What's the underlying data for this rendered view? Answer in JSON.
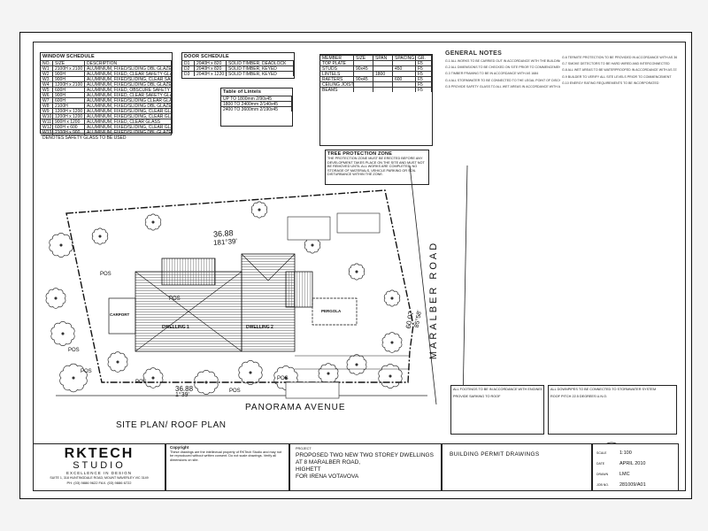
{
  "schedules": {
    "window": {
      "title": "WINDOW SCHEDULE",
      "rows": [
        [
          "NO.",
          "SIZE",
          "DESCRIPTION"
        ],
        [
          "W1",
          "2100H x 2100",
          "ALUMINIUM, FIXED/SLIDING DBL GLAZED SAFETY GLASS"
        ],
        [
          "W2",
          "900H",
          "ALUMINIUM, FIXED, CLEAR SAFETY GLASS"
        ],
        [
          "W3",
          "900H",
          "ALUMINIUM, FIXED/SLIDING, CLEAR SAFETY GLASS"
        ],
        [
          "W4",
          "1200H x 2100",
          "ALUMINIUM, FIXED/SLIDING DBL GLAZED SAFETY GLASS"
        ],
        [
          "W5",
          "600H",
          "ALUMINIUM, FIXED, OBSCURE SAFETY GLASS"
        ],
        [
          "W6",
          "900H",
          "ALUMINIUM, FIXED, CLEAR SAFETY GLASS"
        ],
        [
          "W7",
          "600H",
          "ALUMINIUM, FIXED/SLIDING CLEAR GLASS"
        ],
        [
          "W8",
          "2100H",
          "ALUMINIUM, FIXED/SLIDING DBL GLAZED"
        ],
        [
          "W9",
          "1200H x 1200",
          "ALUMINIUM, FIXED/SLIDING, CLEAR GLASS"
        ],
        [
          "W10",
          "1200H x 1200",
          "ALUMINIUM, FIXED/SLIDING, CLEAR GLASS"
        ],
        [
          "W11",
          "900H x 1200",
          "ALUMINIUM, FIXED, CLEAR GLASS"
        ],
        [
          "W12",
          "600H x 600",
          "ALUMINIUM, FIXED/SLIDING, CLEAR GLASS"
        ],
        [
          "W13",
          "2100H x 900",
          "ALUMINIUM, FIXED/SLIDING DBL GLAZED"
        ]
      ],
      "footnote": "DENOTES SAFETY GLASS TO BE USED"
    },
    "door": {
      "title": "DOOR SCHEDULE",
      "rows": [
        [
          "D1",
          "2040H x 820",
          "SOLID TIMBER, DEADLOCK"
        ],
        [
          "D2",
          "2040H x 820",
          "SOLID TIMBER, KEYED"
        ],
        [
          "D3",
          "2040H x 1220",
          "SOLID TIMBER, KEYED"
        ]
      ]
    },
    "member": {
      "header": [
        "MEMBER",
        "SIZE",
        "SPAN",
        "SPACING",
        "GR."
      ],
      "rows": [
        [
          "TOP PLATE",
          "",
          "",
          "",
          "F5"
        ],
        [
          "STUDS",
          "90x45",
          "",
          "450",
          "F5"
        ],
        [
          "LINTELS",
          "",
          "1800",
          "",
          "F5"
        ],
        [
          "RAFTERS",
          "90x45",
          "",
          "600",
          "F5"
        ],
        [
          "CEILING JOISTS",
          "",
          "",
          "",
          "F5"
        ],
        [
          "BEAMS",
          "",
          "",
          "",
          "F5"
        ]
      ]
    },
    "lintels": {
      "title": "Table of Lintels",
      "rows": [
        "UP TO 1800mm  2/90x45",
        "1800 TO 2400mm  2/140x45",
        "2400 TO 3600mm  2/190x45"
      ]
    }
  },
  "tree_zone": {
    "title": "TREE PROTECTION ZONE",
    "text": "THE PROTECTION ZONE MUST BE ERECTED BEFORE ANY DEVELOPMENT TAKES PLACE ON THE SITE AND MUST NOT BE REMOVED UNTIL ALL WORKS ARE COMPLETED. NO STORAGE OF MATERIALS, VEHICLE PARKING OR SOIL DISTURBANCE WITHIN THE ZONE."
  },
  "site": {
    "dim_top": "36.88",
    "dim_top2": "181°39'",
    "dim_bottom": "36.88",
    "dim_bottom2": "1°39'",
    "dim_right": "60.07",
    "dim_right2": "85°58'",
    "pos_labels": [
      "POS",
      "POS",
      "POS",
      "POS",
      "POS",
      "POS",
      "POS"
    ],
    "label_carport": "CARPORT",
    "label_dwelling1": "DWELLING 1",
    "label_dwelling2": "DWELLING 2",
    "label_pergola": "PERGOLA"
  },
  "road_right": "MARALBER ROAD",
  "road_bottom": "PANORAMA AVENUE",
  "plan_title": "SITE PLAN/ ROOF PLAN",
  "notes": {
    "title": "GENERAL NOTES",
    "lines": [
      "G.1 ALL WORKS TO BE CARRIED OUT IN ACCORDANCE WITH THE BUILDING CODE OF AUSTRALIA",
      "G.2 ALL DIMENSIONS TO BE CHECKED ON SITE PRIOR TO COMMENCEMENT OF WORK",
      "G.3 TIMBER FRAMING TO BE IN ACCORDANCE WITH AS 1684",
      "G.4 ALL STORMWATER TO BE CONNECTED TO THE LEGAL POINT OF DISCHARGE",
      "G.5 PROVIDE SAFETY GLASS TO ALL WET AREAS IN ACCORDANCE WITH AS 1288",
      "G.6 TERMITE PROTECTION TO BE PROVIDED IN ACCORDANCE WITH AS 3660",
      "G.7 SMOKE DETECTORS TO BE HARD WIRED AND INTERCONNECTED",
      "G.8 ALL WET AREAS TO BE WATERPROOFED IN ACCORDANCE WITH AS 3740",
      "G.9 BUILDER TO VERIFY ALL SITE LEVELS PRIOR TO COMMENCEMENT",
      "G.10 ENERGY RATING REQUIREMENTS TO BE INCORPORATED"
    ]
  },
  "legend_notes": [
    "ALL FOOTINGS TO BE IN ACCORDANCE WITH ENGINEERS DETAILS",
    "PROVIDE SARKING TO ROOF",
    "ALL DOWNPIPES TO BE CONNECTED TO STORMWATER SYSTEM",
    "ROOF PITCH 22.5 DEGREES U.N.O."
  ],
  "company": {
    "name": "RKTECH",
    "sub": "STUDIO",
    "tagline": "EXCELLENCE IN DESIGN",
    "address": "SUITE 1, 318 HUNTINGDALE ROAD, MOUNT WAVERLEY VIC 3149",
    "phone": "PH. (03) 9886 9622   FAX. (03) 9886 6722"
  },
  "copyright": {
    "title": "Copyright",
    "text": "These drawings are the intellectual property of RKTech Studio and may not be reproduced without written consent. Do not scale drawings. Verify all dimensions on site."
  },
  "project": {
    "label": "PROJECT",
    "lines": [
      "PROPOSED TWO NEW TWO STOREY DWELLINGS",
      "AT 8 MARALBER ROAD,",
      "HIGHETT",
      "FOR IRENA VOTAVOVA"
    ]
  },
  "drawing_label": "BUILDING PERMIT DRAWINGS",
  "fields": {
    "scale_label": "SCALE",
    "scale": "1:100",
    "date_label": "DATE",
    "date": "APRIL 2010",
    "drawn_label": "DRAWN",
    "drawn": "LMC",
    "job_label": "JOB NO.",
    "job": "281009/A01"
  },
  "colors": {
    "line": "#222222",
    "hatch": "#555555",
    "paper": "#ffffff",
    "tree": "#333333"
  }
}
